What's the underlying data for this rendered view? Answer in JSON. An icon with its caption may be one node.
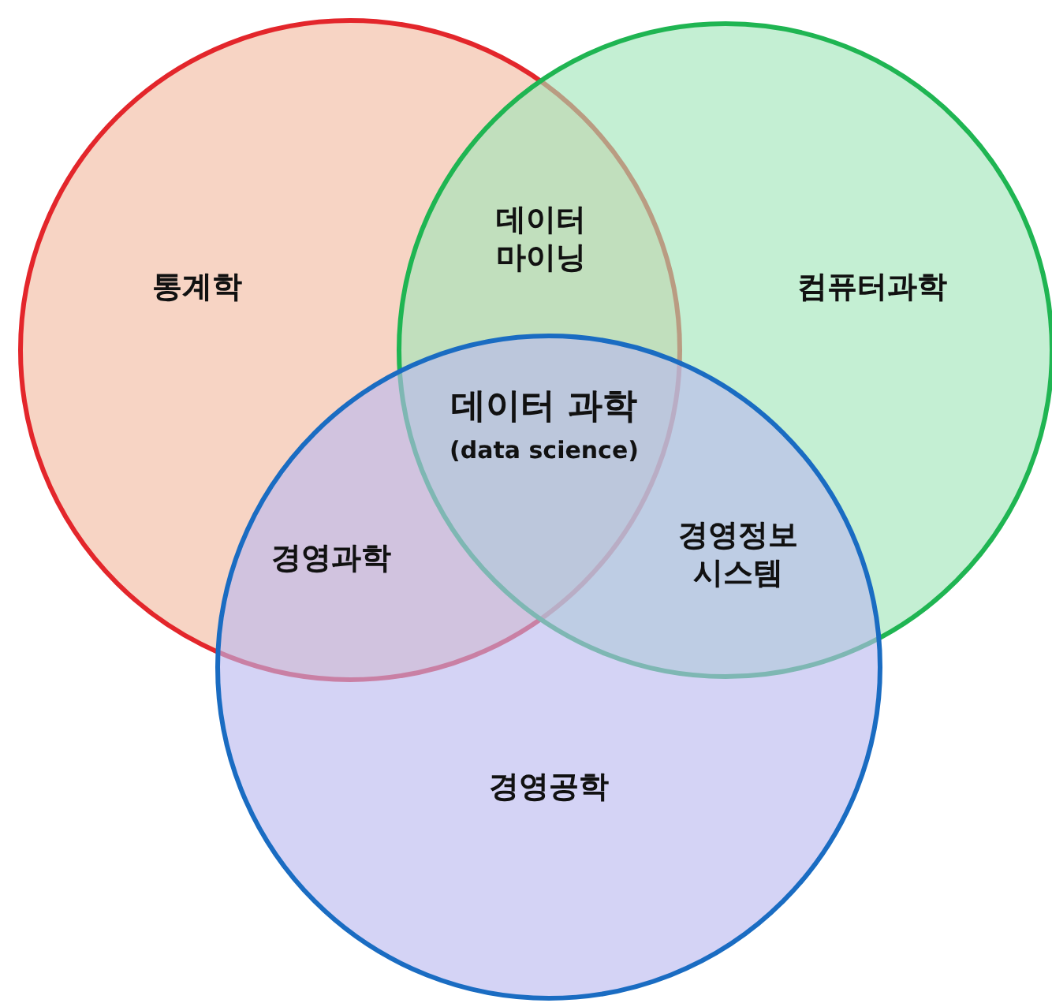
{
  "diagram": {
    "nodes": [
      {
        "text": [
          "통계학"
        ]
      },
      {
        "text": [
          "컴퓨터과학"
        ]
      },
      {
        "text": [
          "경영공학"
        ]
      }
    ],
    "labels": [
      "데이터 마이닝",
      "데이터 과학",
      "(data science)",
      "경영과학",
      "경영정보 시스템"
    ]
  }
}
